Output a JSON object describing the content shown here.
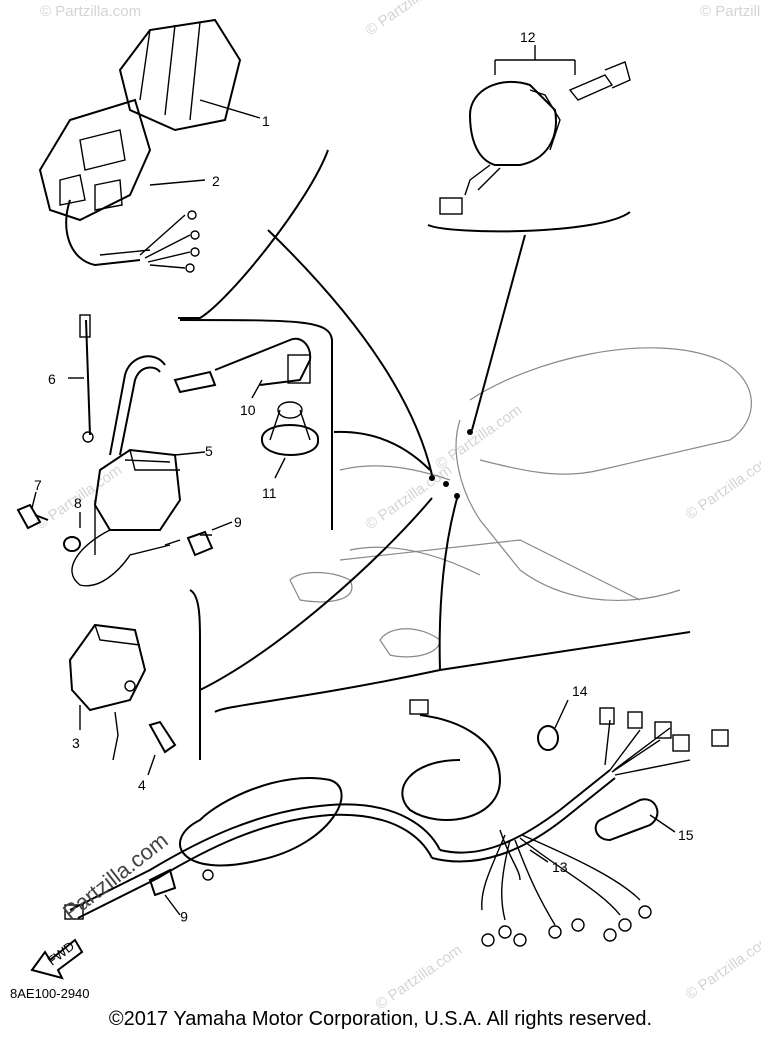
{
  "callouts": {
    "c1": "1",
    "c2": "2",
    "c3": "3",
    "c4": "4",
    "c5": "5",
    "c6": "6",
    "c7": "7",
    "c8": "8",
    "c9": "9",
    "c10": "10",
    "c11": "11",
    "c12": "12",
    "c13": "13",
    "c14": "14",
    "c15": "15",
    "c16": "6"
  },
  "fwd_label": "FWD",
  "diagram_code": "8AE100-2940",
  "watermark": "© Partzilla.com",
  "brand": "Partzilla.com",
  "copyright": "©2017 Yamaha Motor Corporation, U.S.A. All rights reserved."
}
